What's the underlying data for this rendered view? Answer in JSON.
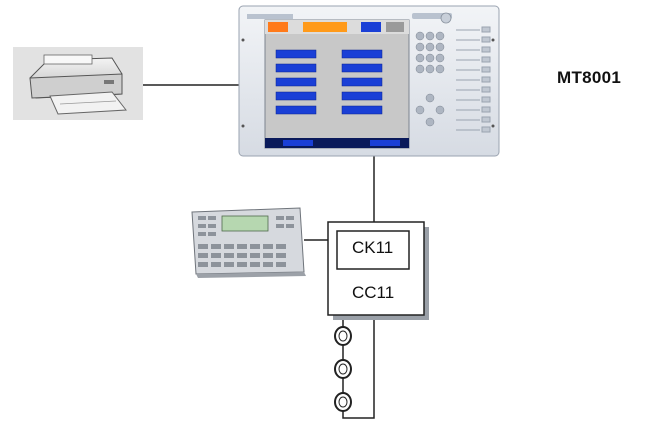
{
  "hmi_model": "MT8001",
  "module_top": "CK11",
  "module_bottom": "CC11",
  "colors": {
    "screen_blue": "#1a3fd6",
    "screen_bg": "#c8c8c8",
    "panel_face": "#e4e8ee",
    "line": "#222222"
  },
  "icons": [
    "printer-icon",
    "hmi-panel-icon",
    "keypad-terminal-icon",
    "field-device-icon"
  ]
}
